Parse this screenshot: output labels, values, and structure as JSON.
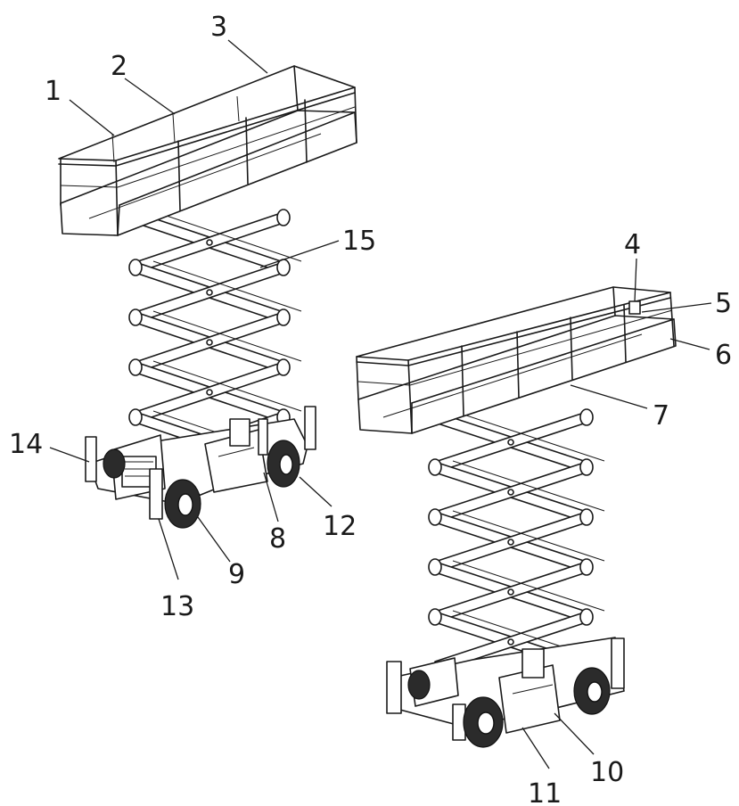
{
  "labels": {
    "l1": "1",
    "l2": "2",
    "l3": "3",
    "l4": "4",
    "l5": "5",
    "l6": "6",
    "l7": "7",
    "l8": "8",
    "l9": "9",
    "l10": "10",
    "l11": "11",
    "l12": "12",
    "l13": "13",
    "l14": "14",
    "l15": "15"
  },
  "colors": {
    "line": "#1a1a1a",
    "background": "#ffffff",
    "tyre": "#2b2b2b"
  }
}
